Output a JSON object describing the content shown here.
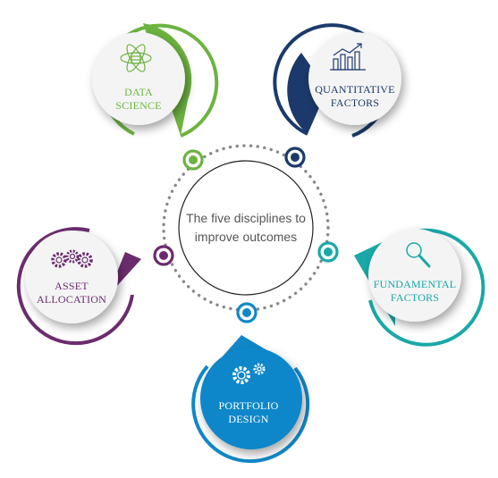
{
  "center": {
    "line1": "The five disciplines to",
    "line2": "improve outcomes"
  },
  "colors": {
    "data_science": "#6db33f",
    "quantitative": "#1b3a6b",
    "fundamental": "#1aa8a8",
    "portfolio": "#1187c9",
    "asset_allocation": "#6b2c6e",
    "dots": "#888888",
    "center_ring": "#222222"
  },
  "disciplines": {
    "data_science": {
      "line1": "DATA",
      "line2": "SCIENCE",
      "icon": "data-atom-icon"
    },
    "quantitative": {
      "line1": "QUANTITATIVE",
      "line2": "FACTORS",
      "icon": "bar-chart-icon"
    },
    "fundamental": {
      "line1": "FUNDAMENTAL",
      "line2": "FACTORS",
      "icon": "magnifier-icon"
    },
    "portfolio": {
      "line1": "PORTFOLIO",
      "line2": "DESIGN",
      "icon": "gears-icon"
    },
    "asset_allocation": {
      "line1": "ASSET",
      "line2": "ALLOCATION",
      "icon": "gears-icon"
    }
  }
}
